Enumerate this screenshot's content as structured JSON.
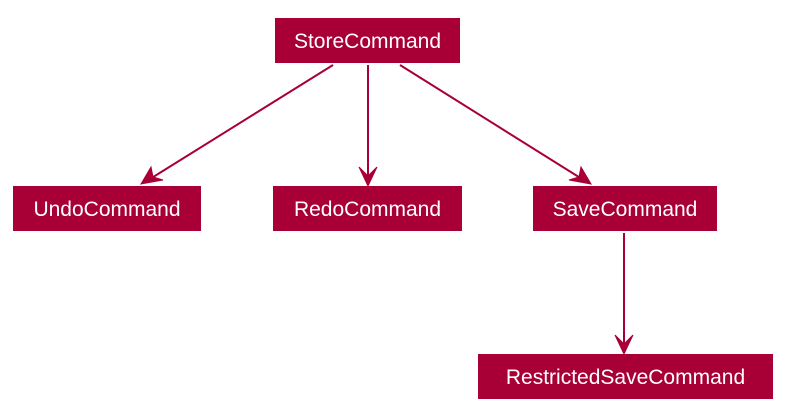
{
  "diagram": {
    "colors": {
      "node_fill": "#A80036",
      "node_text": "#FFFFFF",
      "edge": "#A80036",
      "background": "#FFFFFF"
    },
    "nodes": [
      {
        "id": "store",
        "label": "StoreCommand"
      },
      {
        "id": "undo",
        "label": "UndoCommand"
      },
      {
        "id": "redo",
        "label": "RedoCommand"
      },
      {
        "id": "save",
        "label": "SaveCommand"
      },
      {
        "id": "restricted",
        "label": "RestrictedSaveCommand"
      }
    ],
    "edges": [
      {
        "from": "store",
        "to": "undo"
      },
      {
        "from": "store",
        "to": "redo"
      },
      {
        "from": "store",
        "to": "save"
      },
      {
        "from": "save",
        "to": "restricted"
      }
    ]
  }
}
